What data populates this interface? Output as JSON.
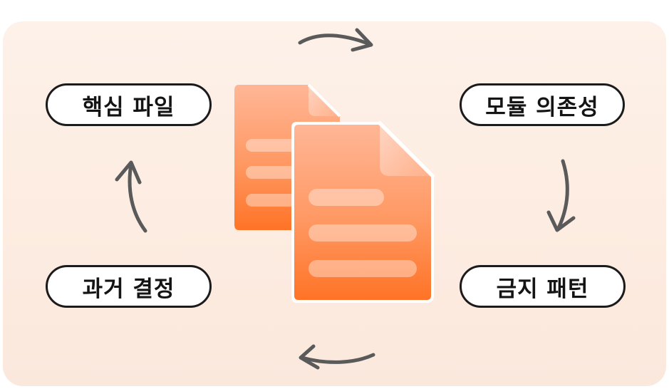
{
  "diagram": {
    "nodes": {
      "core_files": "핵심 파일",
      "module_dependencies": "모듈 의존성",
      "banned_patterns": "금지 패턴",
      "past_decisions": "과거 결정"
    },
    "icons": {
      "center": "documents-icon",
      "arrows": [
        "arrow-right-icon",
        "arrow-down-icon",
        "arrow-left-icon",
        "arrow-up-icon"
      ]
    },
    "colors": {
      "accent_top": "#ffb493",
      "accent_bottom": "#ff7a2c",
      "arrow": "#5a5a5a",
      "pill_border": "#1b1b1b",
      "background": "#fdeee4"
    }
  }
}
